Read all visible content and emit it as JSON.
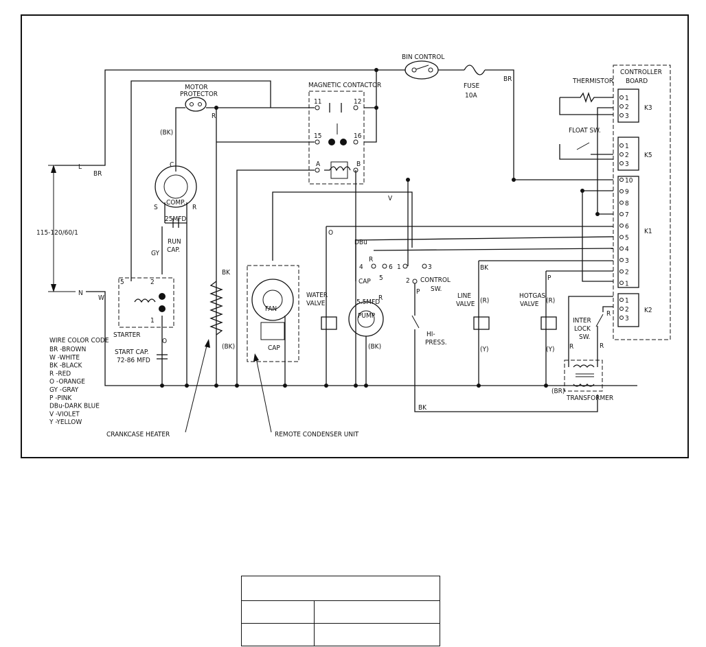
{
  "labels": {
    "bin_control": "BIN CONTROL",
    "fuse": "FUSE",
    "fuse_rating": "10A",
    "br_top": "BR",
    "motor_protector_1": "MOTOR",
    "motor_protector_2": "PROTECTOR",
    "r_protector": "R",
    "magnetic_contactor": "MAGNETIC CONTACTOR",
    "t11": "11",
    "t12": "12",
    "t15": "15",
    "t16": "16",
    "ta": "A",
    "tb": "B",
    "bk_comp": "(BK)",
    "c": "C",
    "s": "S",
    "r": "R",
    "comp": "COMP.",
    "l": "L",
    "br_left": "BR",
    "voltage": "115-120/60/1",
    "n": "N",
    "w": "W",
    "cap25": "25MFD",
    "run_cap_1": "RUN",
    "run_cap_2": "CAP.",
    "gy": "GY",
    "v": "V",
    "o_water": "O",
    "dbu": "DBu",
    "bk_heater": "BK",
    "bk_heater2": "(BK)",
    "fan": "FAN",
    "cap": "CAP",
    "water_valve_1": "WATER",
    "water_valve_2": "VALVE",
    "pump": "PUMP",
    "cap55_1": "CAP",
    "cap55_2": "5.5MFD",
    "bk_pump": "(BK)",
    "sw4": "4",
    "sw5": "5",
    "sw6": "6",
    "sw1": "1",
    "sw3": "3",
    "sw2": "2",
    "r_sw": "R",
    "r_cap": "R",
    "control_sw_1": "CONTROL",
    "control_sw_2": "SW.",
    "p_sw": "P",
    "hi_press_1": "HI-",
    "hi_press_2": "PRESS.",
    "bk_line": "BK",
    "line_valve_1": "LINE",
    "line_valve_2": "VALVE",
    "line_r": "(R)",
    "line_y": "(Y)",
    "p_hot": "P",
    "hotgas_1": "HOTGAS",
    "hotgas_2": "VALVE",
    "hot_r": "(R)",
    "hot_y": "(Y)",
    "interlock_1": "INTER",
    "interlock_2": "LOCK",
    "interlock_3": "SW.",
    "r_il1": "R",
    "r_il2": "R",
    "r_il3": "R",
    "br_trans": "(BR)",
    "transformer": "TRANSFORMER",
    "bk_bottom": "BK",
    "starter": "STARTER",
    "st5": "5",
    "st2": "2",
    "st1": "1",
    "o_start": "O",
    "start_cap_1": "START CAP.",
    "start_cap_2": "72-86 MFD",
    "crankcase": "CRANKCASE HEATER",
    "remote": "REMOTE CONDENSER UNIT",
    "thermistor": "THERMISTOR",
    "controller_1": "CONTROLLER",
    "controller_2": "BOARD",
    "float_sw": "FLOAT SW.",
    "k3": "K3",
    "k5": "K5",
    "k1": "K1",
    "k2": "K2"
  },
  "legend": {
    "title": "WIRE COLOR CODE",
    "items": [
      "BR -BROWN",
      "W -WHITE",
      "BK -BLACK",
      "R -RED",
      "O -ORANGE",
      "GY -GRAY",
      "P -PINK",
      "DBu-DARK BLUE",
      "V -VIOLET",
      "Y -YELLOW"
    ]
  },
  "k1_terminals": [
    "10",
    "9",
    "8",
    "7",
    "6",
    "5",
    "4",
    "3",
    "2",
    "1"
  ],
  "k3_terminals": [
    "1",
    "2",
    "3"
  ],
  "k5_terminals": [
    "1",
    "2",
    "3"
  ],
  "k2_terminals": [
    "1",
    "2",
    "3"
  ],
  "bottom_table": {
    "header": "",
    "rows": [
      [
        "",
        ""
      ],
      [
        "",
        ""
      ]
    ]
  }
}
